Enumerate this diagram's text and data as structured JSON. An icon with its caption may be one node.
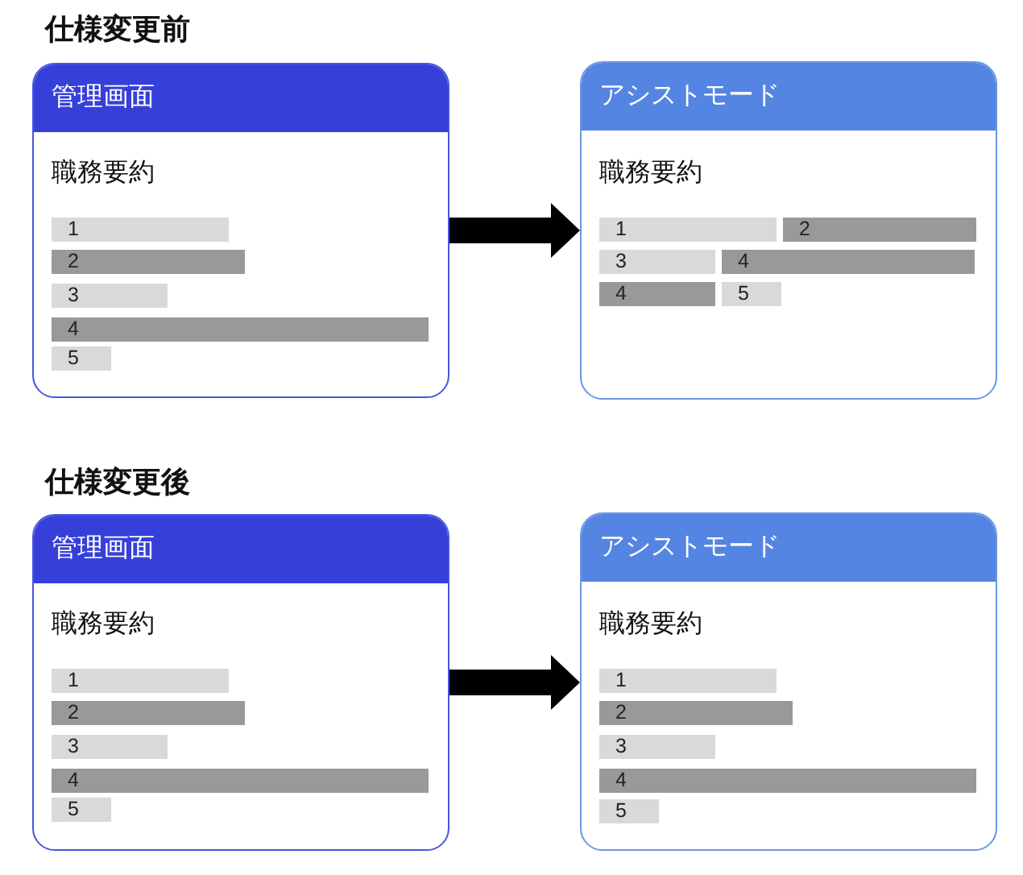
{
  "diagram": {
    "nodes": [
      {
        "text": [
          "管理画面",
          "職務要約"
        ]
      },
      {
        "text": [
          "1"
        ],
        "in": 0
      },
      {
        "text": [
          "2"
        ],
        "in": 0
      },
      {
        "text": [
          "3"
        ],
        "in": 0
      },
      {
        "text": [
          "4"
        ],
        "in": 0
      },
      {
        "text": [
          "5"
        ],
        "in": 0
      },
      {
        "text": [
          "アシストモード",
          "職務要約"
        ]
      },
      {
        "text": [
          "1"
        ],
        "in": 6
      },
      {
        "text": [
          "2"
        ],
        "in": 6
      },
      {
        "text": [
          "3"
        ],
        "in": 6
      },
      {
        "text": [
          "4"
        ],
        "in": 6
      },
      {
        "text": [
          "4"
        ],
        "in": 6
      },
      {
        "text": [
          "5"
        ],
        "in": 6
      },
      {
        "text": [
          "管理画面",
          "職務要約"
        ]
      },
      {
        "text": [
          "1"
        ],
        "in": 13
      },
      {
        "text": [
          "2"
        ],
        "in": 13
      },
      {
        "text": [
          "3"
        ],
        "in": 13
      },
      {
        "text": [
          "4"
        ],
        "in": 13
      },
      {
        "text": [
          "5"
        ],
        "in": 13
      },
      {
        "text": [
          "アシストモード",
          "職務要約"
        ]
      },
      {
        "text": [
          "1"
        ],
        "in": 19
      },
      {
        "text": [
          "2"
        ],
        "in": 19
      },
      {
        "text": [
          "3"
        ],
        "in": 19
      },
      {
        "text": [
          "4"
        ],
        "in": 19
      },
      {
        "text": [
          "5"
        ],
        "in": 19
      }
    ],
    "edges": [
      {
        "from": 0,
        "to": 6,
        "arrow": "to"
      },
      {
        "from": 13,
        "to": 19,
        "arrow": "to"
      }
    ],
    "labels": [
      "仕様変更前",
      "仕様変更後"
    ]
  }
}
